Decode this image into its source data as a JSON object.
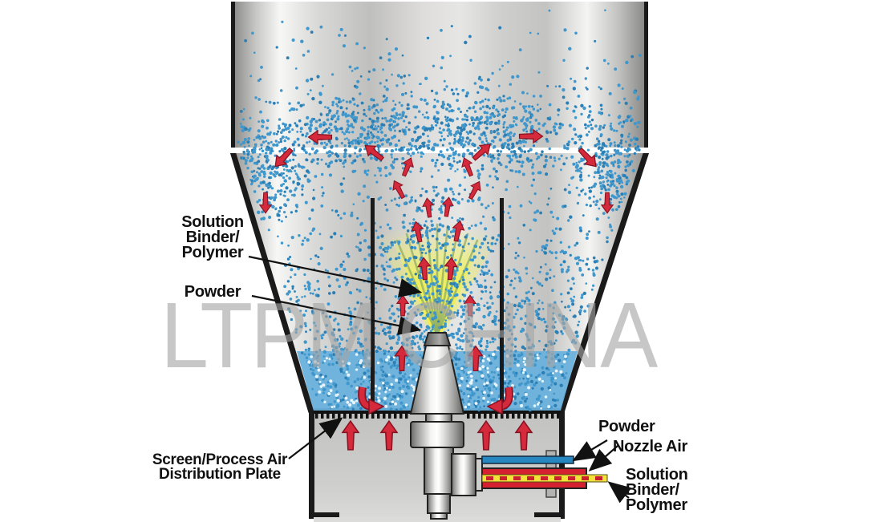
{
  "watermark": {
    "text": "LTPM CHINA"
  },
  "labels": {
    "solution_left": {
      "lines": [
        "Solution",
        "Binder/",
        "Polymer"
      ]
    },
    "powder_left": {
      "text": "Powder"
    },
    "screen_plate": {
      "lines": [
        "Screen/Process Air",
        "Distribution Plate"
      ]
    },
    "powder_right": {
      "text": "Powder"
    },
    "nozzle_air": {
      "text": "Nozzle Air"
    },
    "solution_right": {
      "lines": [
        "Solution",
        "Binder/",
        "Polymer"
      ]
    }
  },
  "colors": {
    "particle_blue": "#3f97cc",
    "particle_blue_dark": "#2b7fb5",
    "particle_speck_light": "#e8f4fb",
    "dense_bed_blue": "#6ab1dc",
    "arrow_red": "#d42a3c",
    "arrow_red_outline": "#8a1322",
    "spray_yellow": "#f0ee4a",
    "spray_streak_green": "#8fae65",
    "tube_powder_blue": "#2787c0",
    "tube_nozzle_air_red": "#d42031",
    "tube_solution_yellow": "#f2e23a",
    "vessel_outline": "#1a1a1a",
    "label_text": "#111111"
  }
}
